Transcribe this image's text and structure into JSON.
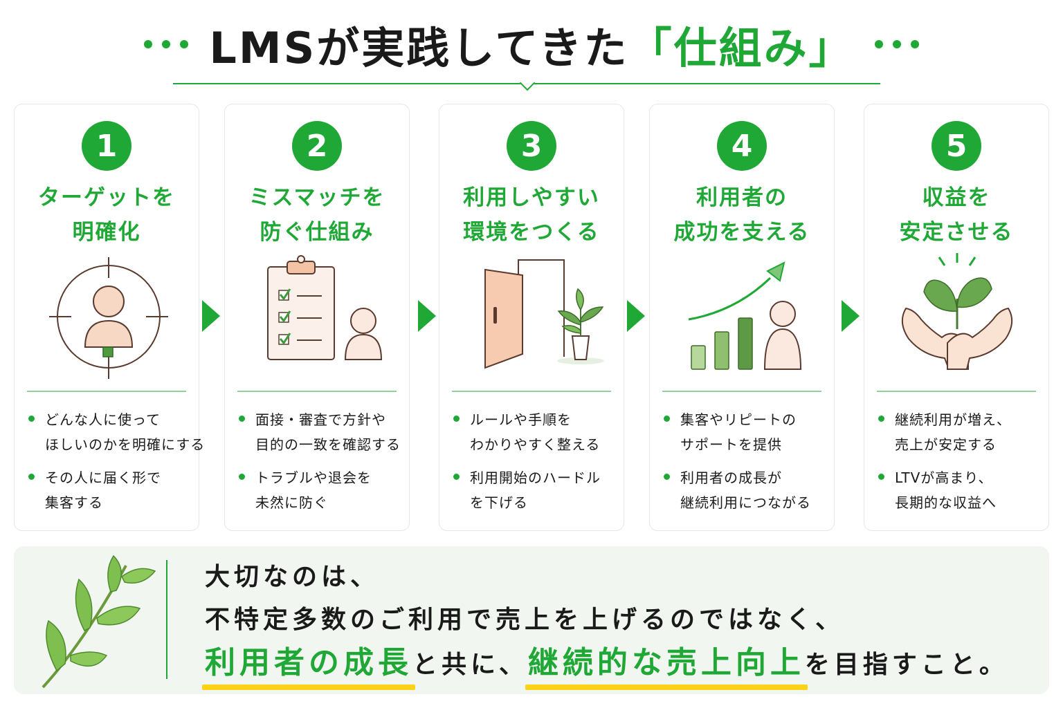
{
  "header": {
    "title_main": "LMSが実践してきた",
    "title_highlight": "「仕組み」"
  },
  "colors": {
    "accent": "#1fa835",
    "underline": "#ffd21a",
    "panel": "#f2f6f1"
  },
  "steps": [
    {
      "number": "1",
      "title": [
        "ターゲットを",
        "明確化"
      ],
      "icon": "target-person-icon",
      "bullets": [
        [
          "どんな人に使って",
          "ほしいのかを明確にする"
        ],
        [
          "その人に届く形で",
          "集客する"
        ]
      ]
    },
    {
      "number": "2",
      "title": [
        "ミスマッチを",
        "防ぐ仕組み"
      ],
      "icon": "clipboard-checklist-icon",
      "bullets": [
        [
          "面接・審査で方針や",
          "目的の一致を確認する"
        ],
        [
          "トラブルや退会を",
          "未然に防ぐ"
        ]
      ]
    },
    {
      "number": "3",
      "title": [
        "利用しやすい",
        "環境をつくる"
      ],
      "icon": "open-door-plant-icon",
      "bullets": [
        [
          "ルールや手順を",
          "わかりやすく整える"
        ],
        [
          "利用開始のハードル",
          "を下げる"
        ]
      ]
    },
    {
      "number": "4",
      "title": [
        "利用者の",
        "成功を支える"
      ],
      "icon": "growth-chart-person-icon",
      "bullets": [
        [
          "集客やリピートの",
          "サポートを提供"
        ],
        [
          "利用者の成長が",
          "継続利用につながる"
        ]
      ]
    },
    {
      "number": "5",
      "title": [
        "収益を",
        "安定させる"
      ],
      "icon": "hands-sprout-icon",
      "bullets": [
        [
          "継続利用が増え、",
          "売上が安定する"
        ],
        [
          "LTVが高まり、",
          "長期的な収益へ"
        ]
      ]
    }
  ],
  "message": {
    "line1": "大切なのは、",
    "line2": "不特定多数のご利用で売上を上げるのではなく、",
    "hl1": "利用者の成長",
    "mid": "と共に、",
    "hl2": "継続的な売上向上",
    "end": "を目指すこと。"
  }
}
